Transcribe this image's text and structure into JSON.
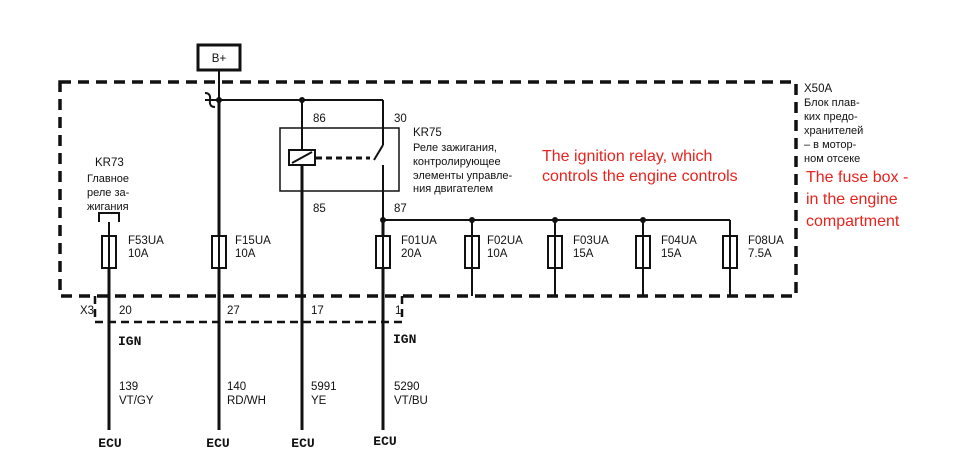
{
  "supply": {
    "label": "B+"
  },
  "fusebox": {
    "id": "X50A",
    "desc": [
      "Блок плав-",
      "ких предо-",
      "хранителей",
      "– в мотор-",
      "ном отсеке"
    ]
  },
  "relay_kr73": {
    "id": "KR73",
    "desc": [
      "Главное",
      "реле за-",
      "жигания"
    ]
  },
  "relay_kr75": {
    "id": "KR75",
    "desc": [
      "Реле зажигания,",
      "контролирующее",
      "элементы управле-",
      "ния двигателем"
    ],
    "pins": {
      "p86": "86",
      "p30": "30",
      "p85": "85",
      "p87": "87"
    }
  },
  "fuses": [
    {
      "id": "F53UA",
      "rating": "10A"
    },
    {
      "id": "F15UA",
      "rating": "10A"
    },
    {
      "id": "F01UA",
      "rating": "20A"
    },
    {
      "id": "F02UA",
      "rating": "10A"
    },
    {
      "id": "F03UA",
      "rating": "15A"
    },
    {
      "id": "F04UA",
      "rating": "15A"
    },
    {
      "id": "F08UA",
      "rating": "7.5A"
    }
  ],
  "connector": {
    "id": "X3",
    "pins": [
      "20",
      "27",
      "17",
      "1"
    ]
  },
  "ign_labels": [
    "IGN",
    "IGN"
  ],
  "wires": [
    {
      "number": "139",
      "color": "VT/GY"
    },
    {
      "number": "140",
      "color": "RD/WH"
    },
    {
      "number": "5991",
      "color": "YE"
    },
    {
      "number": "5290",
      "color": "VT/BU"
    }
  ],
  "ecu_labels": [
    "ECU",
    "ECU",
    "ECU",
    "ECU"
  ],
  "annotations": {
    "relay": [
      "The ignition relay, which",
      "controls the engine controls"
    ],
    "fusebox": [
      "The fuse box -",
      "in the engine",
      "compartment"
    ]
  }
}
